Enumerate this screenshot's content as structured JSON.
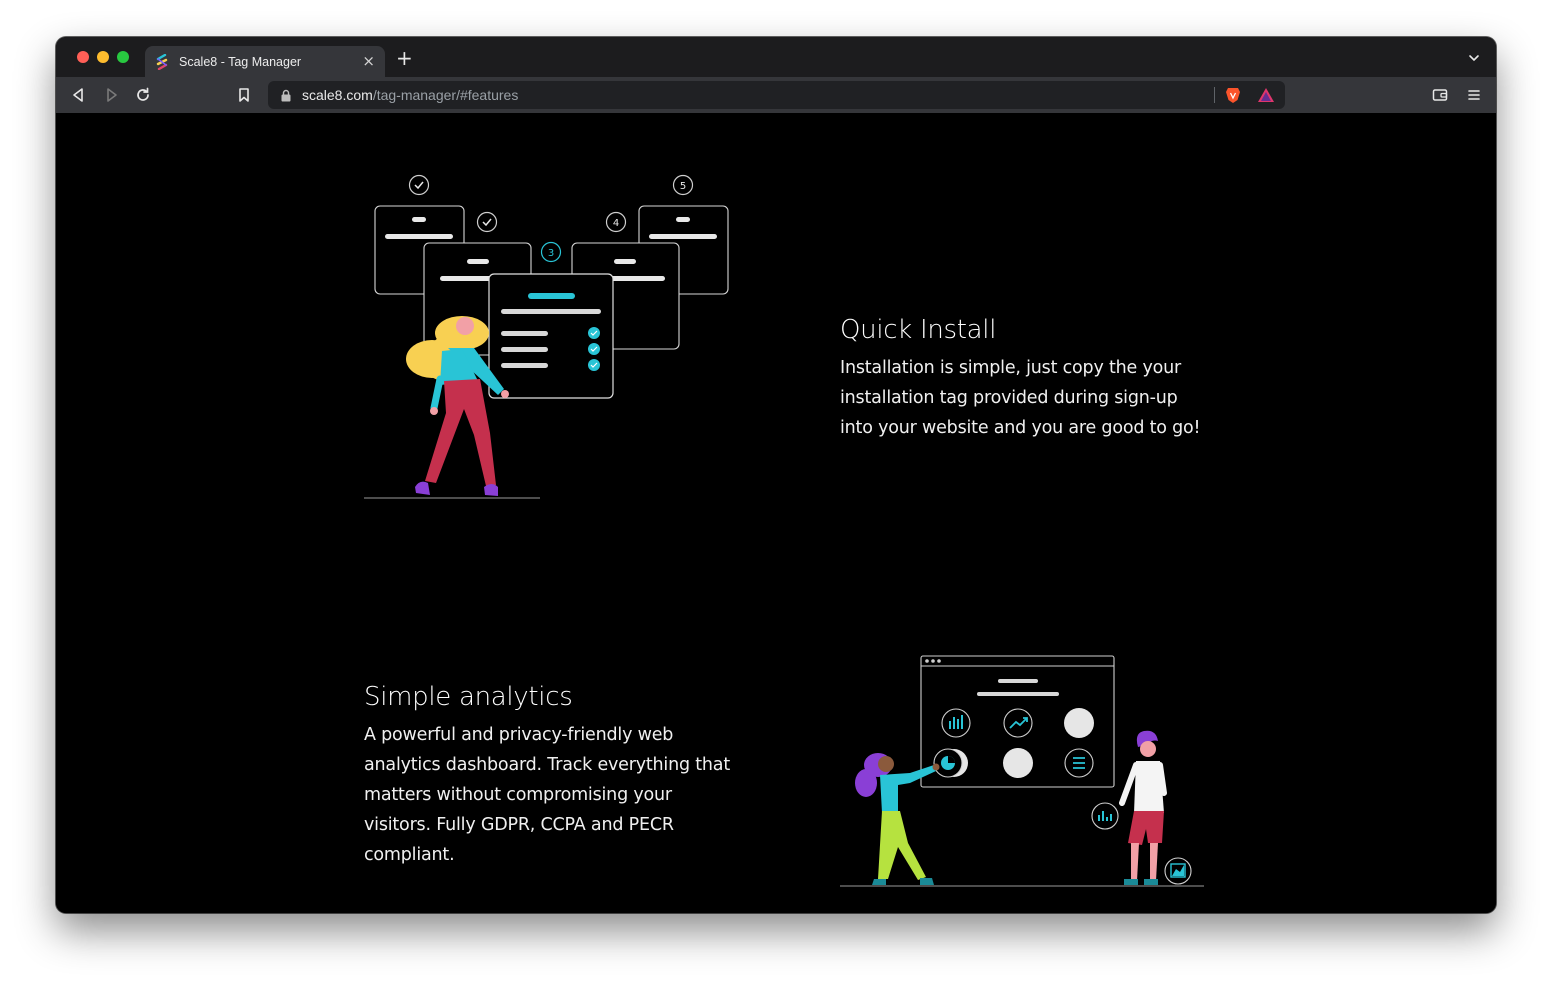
{
  "browser": {
    "tab": {
      "title": "Scale8 - Tag Manager",
      "close_label": "×"
    },
    "new_tab_label": "+",
    "url": {
      "host": "scale8.com",
      "path": "/tag-manager/#features"
    },
    "icons": [
      "back-icon",
      "forward-icon",
      "reload-icon",
      "bookmark-icon",
      "lock-icon",
      "brave-shields-icon",
      "brave-rewards-icon",
      "wallet-icon",
      "menu-icon",
      "chevron-down-icon"
    ]
  },
  "features": [
    {
      "title": "Quick Install",
      "text": "Installation is simple, just copy the your installation tag provided during sign-up into your website and you are good to go!",
      "steps": [
        "3",
        "4",
        "5"
      ]
    },
    {
      "title": "Simple analytics",
      "text": "A powerful and privacy-friendly web analytics dashboard. Track everything that matters without compromising your visitors. Fully GDPR, CCPA and PECR compliant."
    }
  ],
  "colors": {
    "accent": "#29c4d6",
    "hair": "#f8d052",
    "pants": "#c5304d",
    "shoes": "#8a3fd6",
    "lime": "#b6e23f",
    "background": "#000000"
  }
}
